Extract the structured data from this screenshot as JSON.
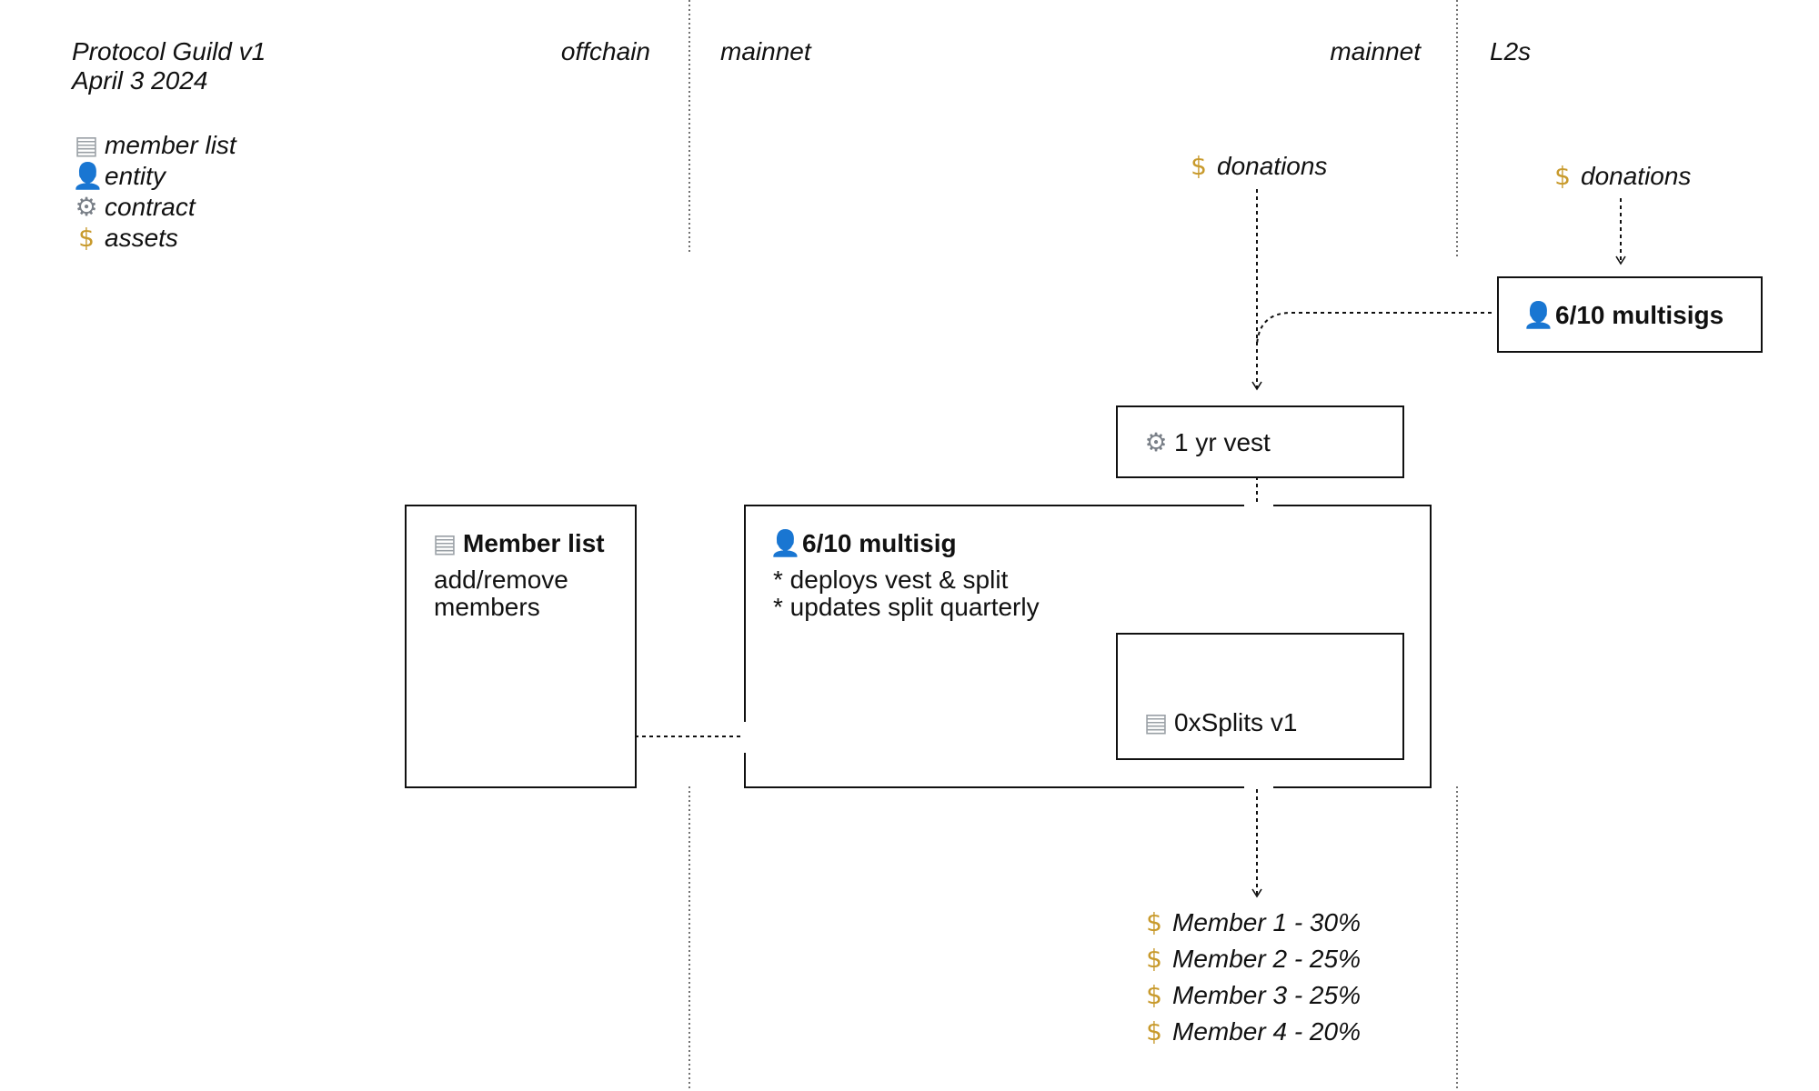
{
  "header": {
    "title_line1": "Protocol Guild v1",
    "title_line2": "April 3 2024"
  },
  "legend": [
    {
      "icon": "scroll-icon",
      "label": "member list"
    },
    {
      "icon": "person-icon",
      "label": "entity"
    },
    {
      "icon": "gear-icon",
      "label": "contract"
    },
    {
      "icon": "money-bag-icon",
      "label": "assets"
    }
  ],
  "columns": {
    "offchain": "offchain",
    "mainnet_left": "mainnet",
    "mainnet_right": "mainnet",
    "l2s": "L2s"
  },
  "donations_mainnet": "donations",
  "donations_l2": "donations",
  "l2_multisigs": "6/10 multisigs",
  "vest": "1 yr vest",
  "member_list_box": {
    "title": "Member list",
    "desc_line1": "add/remove",
    "desc_line2": "members"
  },
  "multisig_box": {
    "title": "6/10 multisig",
    "line1": "* deploys vest & split",
    "line2": "* updates split quarterly"
  },
  "splits": "0xSplits v1",
  "members": [
    "Member 1 - 30%",
    "Member 2 - 25%",
    "Member 3 - 25%",
    "Member 4 - 20%"
  ]
}
